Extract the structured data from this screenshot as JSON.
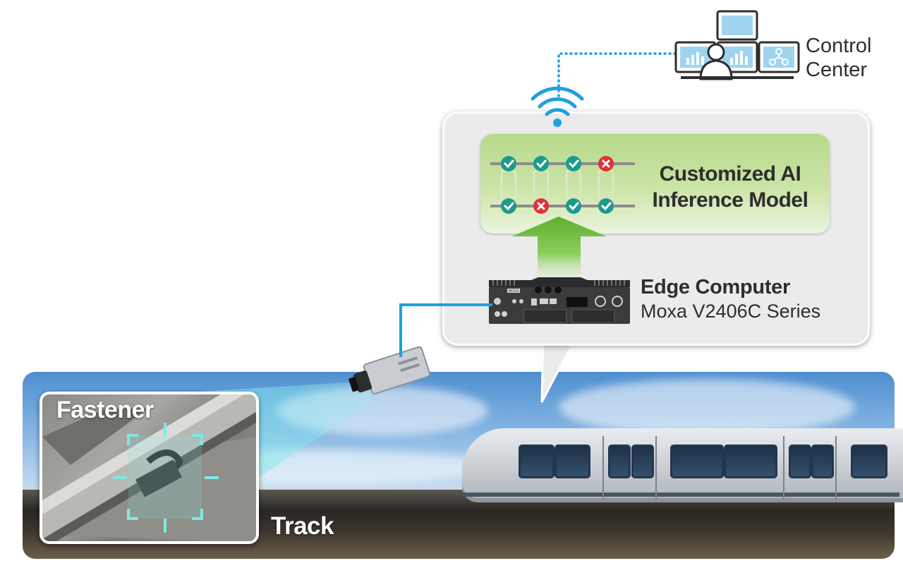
{
  "labels": {
    "control_center_line1": "Control",
    "control_center_line2": "Center",
    "ai_model_line1": "Customized AI",
    "ai_model_line2": "Inference Model",
    "edge_title": "Edge Computer",
    "edge_subtitle": "Moxa V2406C Series",
    "fastener": "Fastener",
    "track": "Track",
    "device_brand": "MOXA"
  },
  "inspection_results": {
    "top_row": [
      "ok",
      "ok",
      "ok",
      "fail"
    ],
    "bottom_row": [
      "ok",
      "fail",
      "ok",
      "ok"
    ]
  },
  "colors": {
    "connection_blue": "#1ea0e0",
    "ok_teal": "#1f9a8a",
    "fail_red": "#e0313a",
    "ai_green": "#b6d98b",
    "arrow_green": "#5fae2e",
    "text_dark": "#2e2e2e"
  },
  "icons": [
    "wifi-icon",
    "control-center-icon",
    "camera-icon",
    "check-icon",
    "cross-icon",
    "up-arrow-icon",
    "edge-computer-icon"
  ]
}
